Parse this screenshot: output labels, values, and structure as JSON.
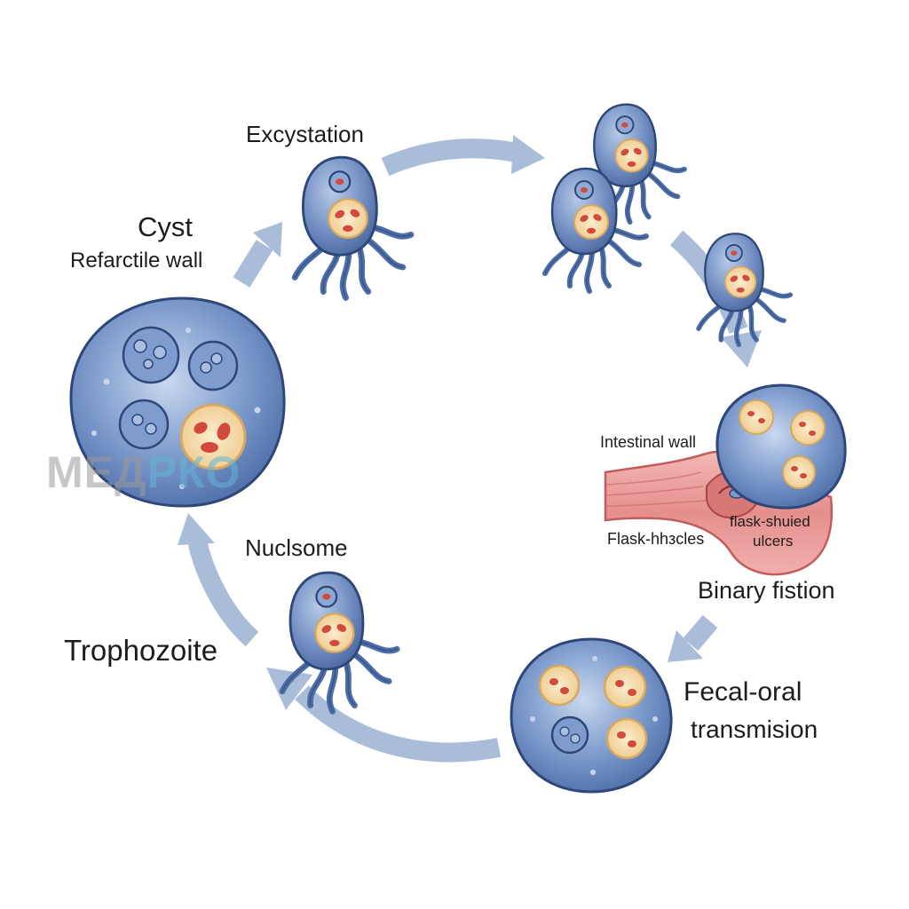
{
  "labels": {
    "excystation": "Excystation",
    "cyst": "Cyst",
    "refractile_wall": "Refarctile wall",
    "intestinal_wall": "Intestinal wall",
    "flask_left": "Flask-hhзcles",
    "flask_ulcers_line1": "flask-shuied",
    "flask_ulcers_line2": "ulcers",
    "binary_fission": "Binary fistion",
    "nucleosome": "Nuclsome",
    "trophozoite": "Trophozoite",
    "fecal_oral_line1": "Fecal-oral",
    "fecal_oral_line2": "transmision"
  },
  "watermark": {
    "part1": "МЕД",
    "part2": "РКО"
  },
  "colors": {
    "cell_body": "#5f80b8",
    "cell_outline": "#2e4678",
    "nucleus_fill": "#f3dcaa",
    "nucleus_ring": "#d6a860",
    "nucleus_spot": "#d24a3c",
    "arrow": "#a9bcd8",
    "tissue": "#e89a98",
    "tissue_dark": "#c15e5c"
  }
}
